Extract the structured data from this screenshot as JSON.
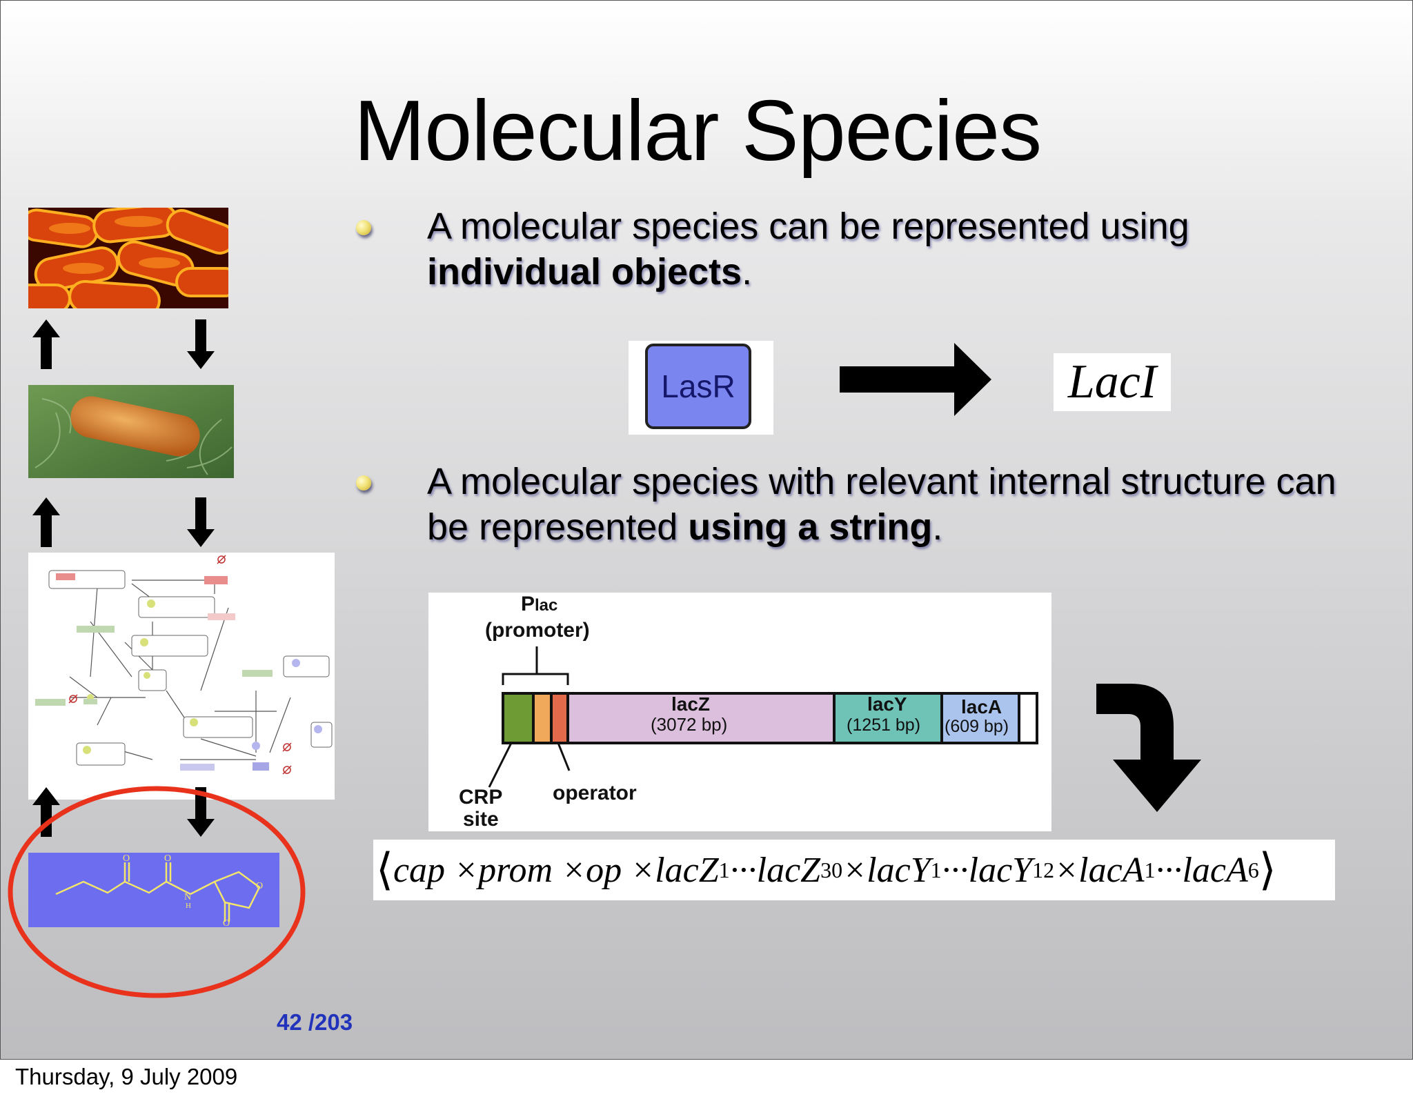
{
  "slide": {
    "title": "Molecular Species",
    "bullets": [
      {
        "normal": "A molecular species can be represented using ",
        "bold": "individual objects",
        "tail": "."
      },
      {
        "normal": "A molecular species with relevant internal structure can be represented ",
        "bold": "using a string",
        "tail": "."
      }
    ],
    "lasr_label": "LasR",
    "laci_label": "LacI",
    "lac_operon": {
      "plac": "P",
      "plac_sub": "lac",
      "promoter": "(promoter)",
      "lacz": "lacZ",
      "lacz_bp": "(3072 bp)",
      "lacy": "lacY",
      "lacy_bp": "(1251 bp)",
      "laca": "lacA",
      "laca_bp": "(609 bp)",
      "crp": "CRP",
      "site": "site",
      "operator": "operator"
    },
    "formula": {
      "open": "⟨",
      "p1": "cap ×prom ×op ×lacZ",
      "s1": "1",
      "p2": " ···lacZ",
      "s2": "30",
      "p3": " ×lacY",
      "s3": "1",
      "p4": " ···lacY",
      "s4": "12",
      "p5": " ×lacA",
      "s5": "1",
      "p6": " ···lacA",
      "s6": "6",
      "close": "⟩"
    },
    "page_current": "42",
    "page_total": "/203",
    "colors": {
      "lasr_fill": "#7b85ef",
      "molecule_bg": "#6d6df0",
      "highlight_circle": "#e8321c",
      "page_number": "#2233bb"
    }
  },
  "footer": {
    "date": "Thursday, 9 July 2009"
  }
}
